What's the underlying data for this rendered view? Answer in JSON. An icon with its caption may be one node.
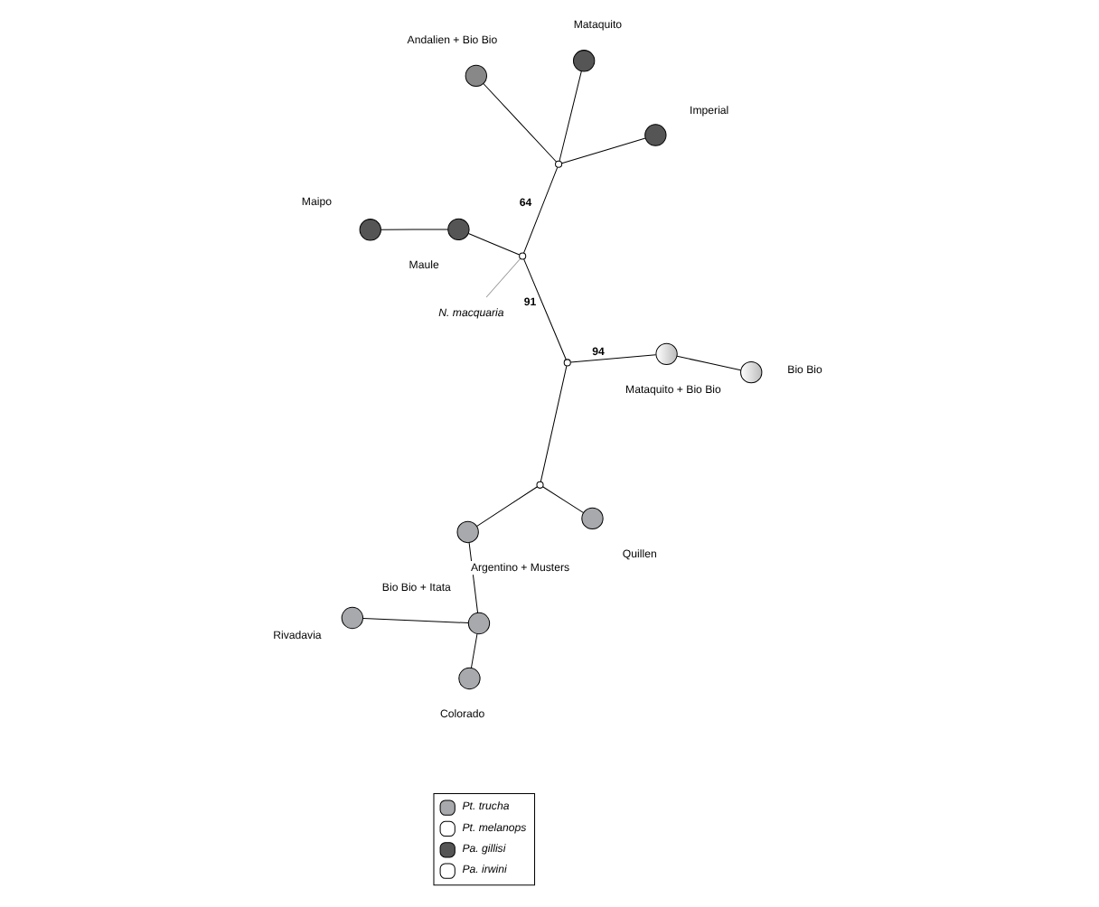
{
  "diagram": {
    "nodes": [
      {
        "text": [],
        "shape": "circle",
        "beside": [
          "Colorado"
        ]
      },
      {
        "text": [],
        "shape": "circle",
        "beside": [
          "Rivadavia"
        ]
      },
      {
        "text": [],
        "shape": "circle",
        "beside": [
          "Bio Bio + Itata"
        ]
      },
      {
        "text": [],
        "shape": "circle",
        "beside": [
          "Argentino + Musters"
        ]
      },
      {
        "text": [],
        "shape": "circle",
        "beside": [
          "Quillen"
        ]
      },
      {
        "text": [],
        "shape": "circle"
      },
      {
        "text": [],
        "shape": "circle"
      },
      {
        "text": [],
        "shape": "circle",
        "beside": [
          "Mataquito + Bio Bio"
        ]
      },
      {
        "text": [],
        "shape": "circle",
        "beside": [
          "Bio Bio"
        ]
      },
      {
        "text": [],
        "shape": "circle",
        "beside": [
          "Maipo"
        ]
      },
      {
        "text": [],
        "shape": "circle",
        "beside": [
          "Maule"
        ]
      },
      {
        "text": [],
        "shape": "circle"
      },
      {
        "text": [
          "N. macquaria"
        ]
      },
      {
        "text": [],
        "shape": "circle"
      },
      {
        "text": [],
        "shape": "circle",
        "beside": [
          "Mataquito"
        ]
      },
      {
        "text": [],
        "shape": "circle",
        "beside": [
          "Imperial"
        ]
      },
      {
        "text": [],
        "shape": "circle",
        "beside": [
          "Andalien + Bio Bio"
        ]
      }
    ],
    "edges": [
      {
        "from": 0,
        "to": 2,
        "arrow": "none"
      },
      {
        "from": 1,
        "to": 2,
        "arrow": "none"
      },
      {
        "from": 2,
        "to": 3,
        "arrow": "none"
      },
      {
        "from": 3,
        "to": 5,
        "arrow": "none"
      },
      {
        "from": 4,
        "to": 5,
        "arrow": "none"
      },
      {
        "from": 5,
        "to": 6,
        "arrow": "none"
      },
      {
        "from": 6,
        "to": 7,
        "arrow": "none",
        "label": "94"
      },
      {
        "from": 7,
        "to": 8,
        "arrow": "none"
      },
      {
        "from": 6,
        "to": 11,
        "arrow": "none",
        "label": "91"
      },
      {
        "from": 9,
        "to": 10,
        "arrow": "none"
      },
      {
        "from": 10,
        "to": 11,
        "arrow": "none"
      },
      {
        "from": 11,
        "to": 12,
        "arrow": "none",
        "color": "#999999"
      },
      {
        "from": 11,
        "to": 13,
        "arrow": "none",
        "label": "64"
      },
      {
        "from": 13,
        "to": 14,
        "arrow": "none"
      },
      {
        "from": 13,
        "to": 15,
        "arrow": "none"
      },
      {
        "from": 13,
        "to": 16,
        "arrow": "none"
      }
    ],
    "legend": [
      {
        "text": "Pt. trucha",
        "color": "#a7a9ac"
      },
      {
        "text": "Pt. melanops"
      },
      {
        "text": "Pa. gillisi",
        "color": "#555555"
      },
      {
        "text": "Pa. irwini"
      }
    ]
  }
}
